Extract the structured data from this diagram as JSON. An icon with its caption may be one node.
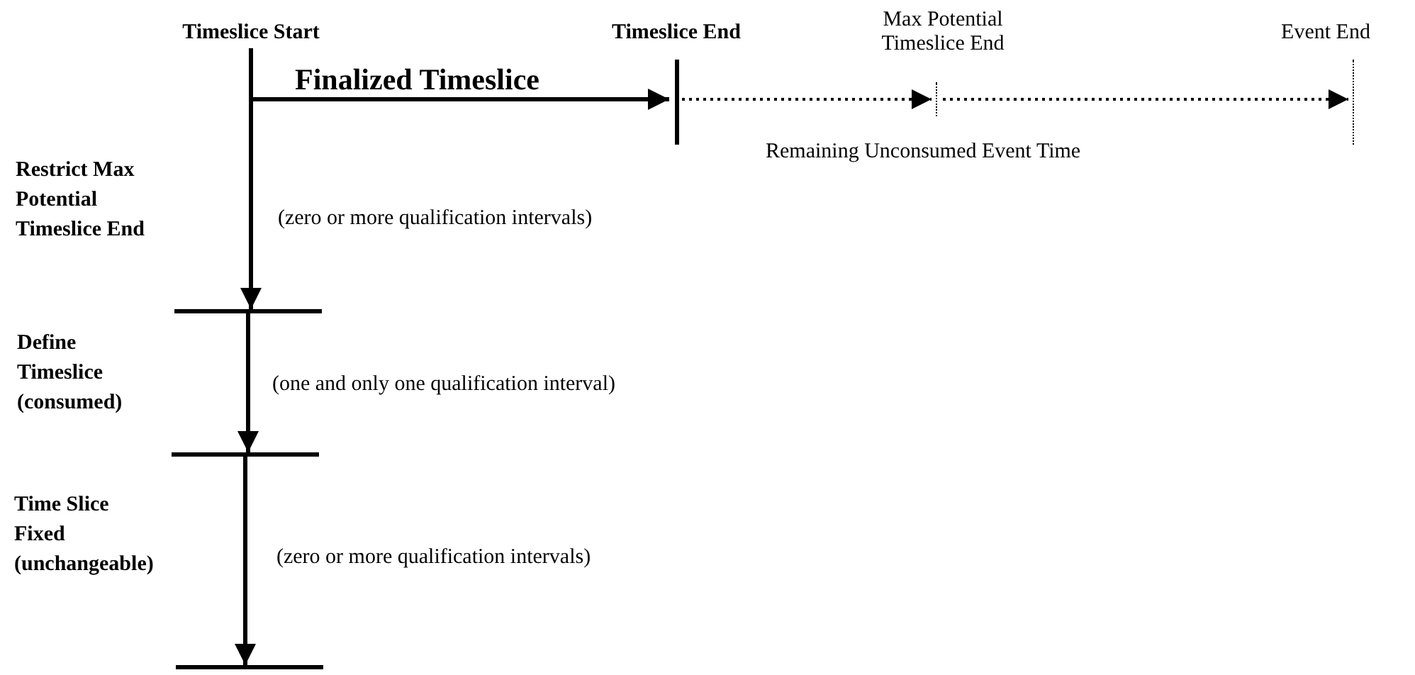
{
  "diagram": {
    "nodes": [
      {
        "text": [
          "Timeslice Start"
        ]
      },
      {
        "text": [
          "Timeslice End"
        ]
      },
      {
        "text": [
          "Max Potential Timeslice End"
        ]
      },
      {
        "text": [
          "Event End"
        ]
      },
      {
        "text": [],
        "shape": "bar"
      },
      {
        "text": [],
        "shape": "bar"
      },
      {
        "text": [],
        "shape": "bar"
      }
    ],
    "edges": [
      {
        "from": 0,
        "to": 1,
        "arrow": "to",
        "label": "Finalized Timeslice"
      },
      {
        "from": 1,
        "to": 2,
        "arrow": "to",
        "style": "dashed"
      },
      {
        "from": 2,
        "to": 3,
        "arrow": "to",
        "style": "dashed"
      },
      {
        "from": 0,
        "to": 4,
        "arrow": "to",
        "label": "(zero or more qualification intervals)"
      },
      {
        "from": 4,
        "to": 5,
        "arrow": "to",
        "label": "(one and only one qualification interval)"
      },
      {
        "from": 5,
        "to": 6,
        "arrow": "to",
        "label": "(zero or more qualification intervals)"
      }
    ],
    "labels": [
      "Remaining Unconsumed Event Time",
      "Restrict Max Potential Timeslice End",
      "Define Timeslice (consumed)",
      "Time Slice Fixed (unchangeable)"
    ]
  }
}
